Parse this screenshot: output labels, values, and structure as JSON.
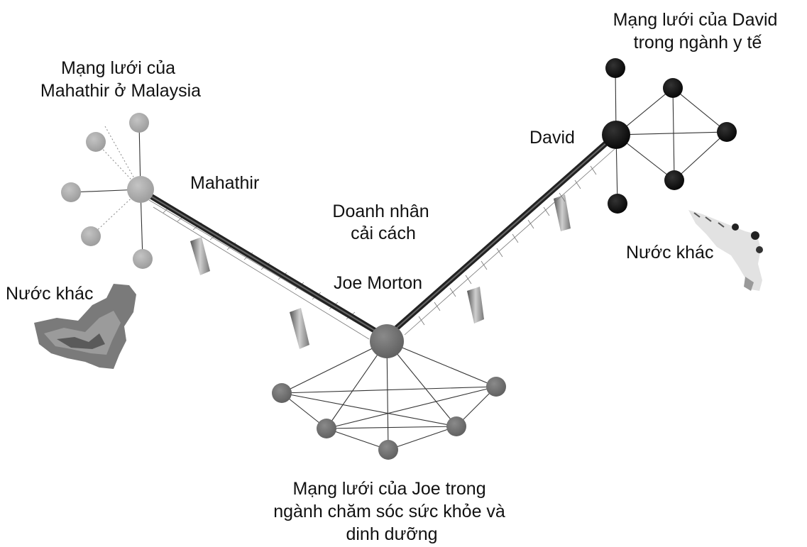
{
  "labels": {
    "mahathir_network": [
      "Mạng lưới của",
      "Mahathir ở Malaysia"
    ],
    "david_network": [
      "Mạng lưới của David",
      "trong ngành y tế"
    ],
    "joe_network": [
      "Mạng lưới của Joe trong",
      "ngành chăm sóc sức khỏe và",
      "dinh dưỡng"
    ],
    "reform_entrepreneur": [
      "Doanh nhân",
      "cải cách"
    ],
    "other_countries_left": "Nước khác",
    "other_countries_right": "Nước khác"
  },
  "nodes": {
    "mahathir": "Mahathir",
    "david": "David",
    "joe": "Joe Morton"
  },
  "colors": {
    "mahathir_network": "#a9a9a9",
    "joe_network": "#6e6e6e",
    "david_network": "#111111",
    "bridge": "#2a2a2a"
  }
}
